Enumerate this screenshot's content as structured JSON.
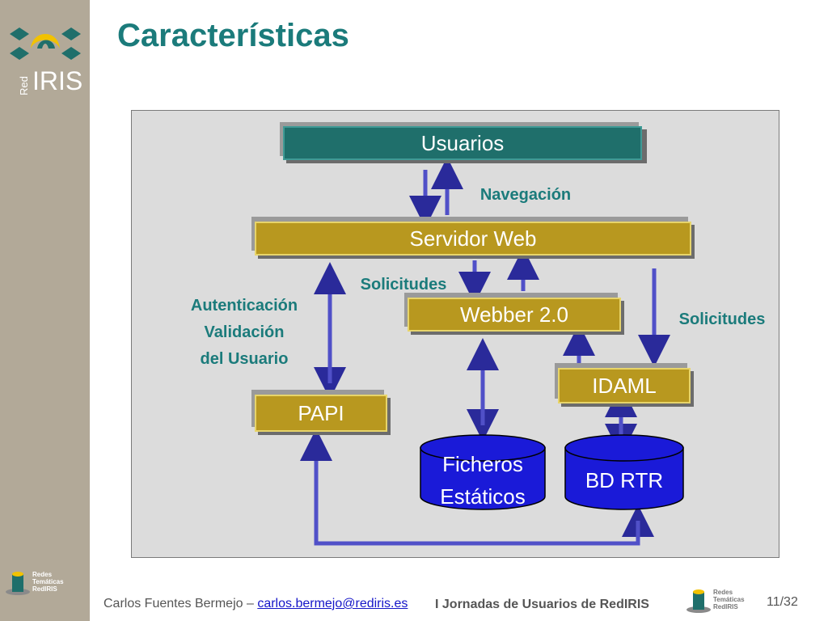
{
  "slide": {
    "title": "Características",
    "footer_author": "Carlos Fuentes Bermejo –",
    "footer_email": "carlos.bermejo@rediris.es",
    "footer_event": "I Jornadas de Usuarios de RedIRIS",
    "page_number": "11/32"
  },
  "brand": {
    "logo_red": "Red",
    "logo_iris": "IRIS",
    "footer_logo_lines": [
      "Redes",
      "Temáticas",
      "RedIRIS"
    ]
  },
  "diagram": {
    "nodes": {
      "usuarios": "Usuarios",
      "servidor_web": "Servidor Web",
      "webber": "Webber 2.0",
      "idaml": "IDAML",
      "papi": "PAPI",
      "ficheros_line1": "Ficheros",
      "ficheros_line2": "Estáticos",
      "bd_rtr": "BD RTR"
    },
    "labels": {
      "navegacion": "Navegación",
      "solicitudes_left": "Solicitudes",
      "solicitudes_right": "Solicitudes",
      "auth_line1": "Autenticación",
      "auth_line2": "Validación",
      "auth_line3": "del Usuario"
    }
  },
  "colors": {
    "title": "#1b7b7b",
    "gold_box": "#b8981f",
    "teal_box": "#1f6f6b",
    "cylinder": "#1a1ad8",
    "arrow": "#4a4ac8",
    "sidebar": "#b2a998"
  }
}
